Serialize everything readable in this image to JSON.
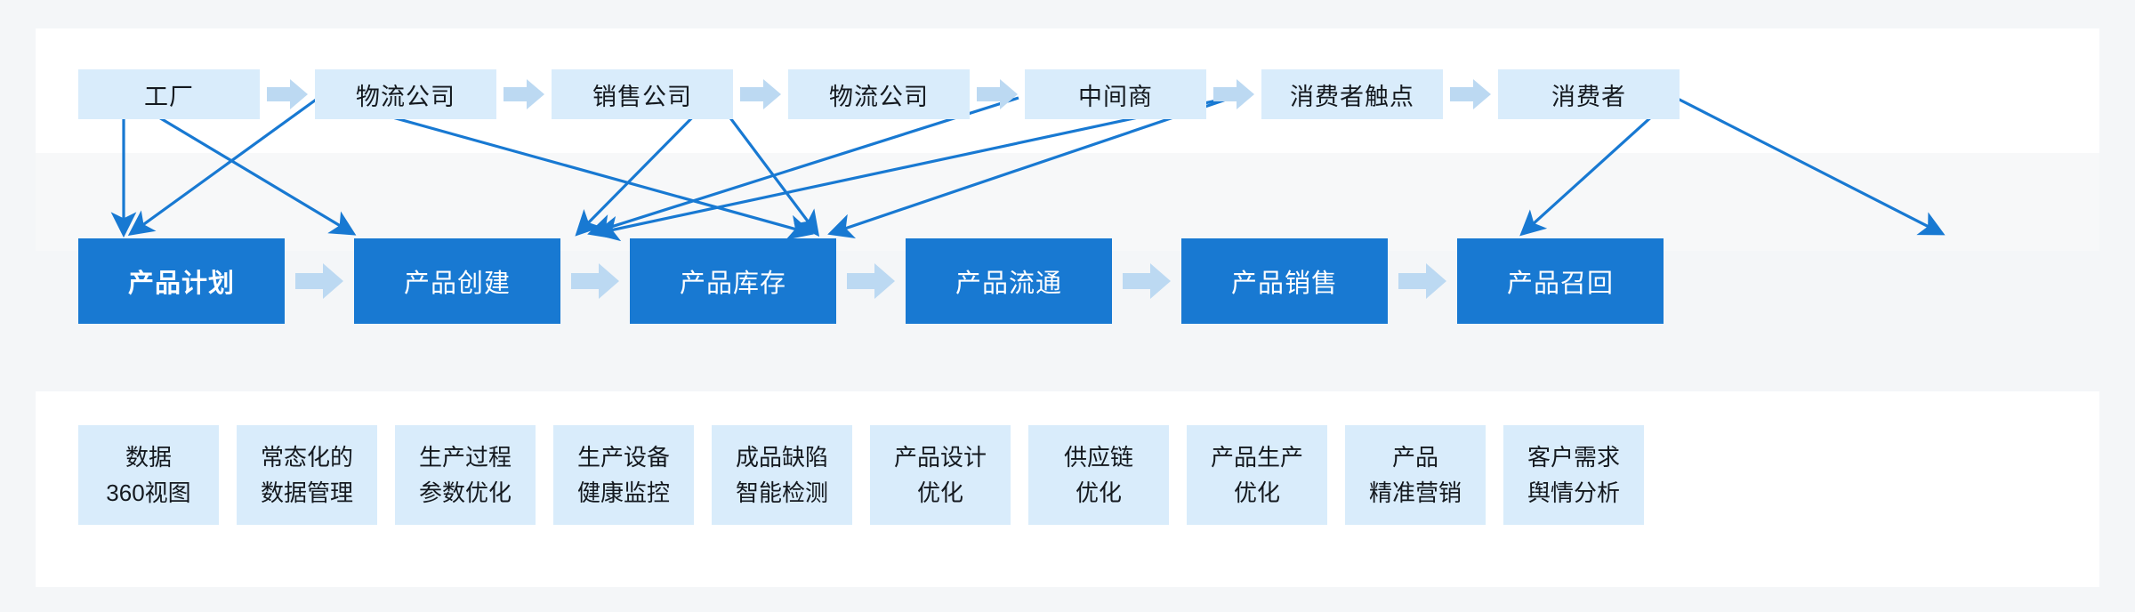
{
  "colors": {
    "page_background": "#f4f6f8",
    "band_background": "#ffffff",
    "band_mid_background": "#f7f8f9",
    "light_box": "#d9ecfb",
    "dark_box": "#1879d2",
    "chevron": "#bcd9f2",
    "connector_line": "#1879d2",
    "light_text": "#14191f",
    "dark_box_text": "#ffffff"
  },
  "supply_chain": {
    "row_name": "supply-chain-actors",
    "nodes": [
      {
        "label": "工厂"
      },
      {
        "label": "物流公司"
      },
      {
        "label": "销售公司"
      },
      {
        "label": "物流公司"
      },
      {
        "label": "中间商"
      },
      {
        "label": "消费者触点"
      },
      {
        "label": "消费者"
      }
    ],
    "separator_icon": "arrow-right-icon"
  },
  "lifecycle": {
    "row_name": "product-lifecycle-stages",
    "current_index": 0,
    "nodes": [
      {
        "label": "产品计划",
        "current": true
      },
      {
        "label": "产品创建",
        "current": false
      },
      {
        "label": "产品库存",
        "current": false
      },
      {
        "label": "产品流通",
        "current": false
      },
      {
        "label": "产品销售",
        "current": false
      },
      {
        "label": "产品召回",
        "current": false
      }
    ],
    "separator_icon": "arrow-right-icon"
  },
  "capabilities": {
    "row_name": "capability-cards",
    "cards": [
      {
        "line1": "数据",
        "line2": "360视图"
      },
      {
        "line1": "常态化的",
        "line2": "数据管理"
      },
      {
        "line1": "生产过程",
        "line2": "参数优化"
      },
      {
        "line1": "生产设备",
        "line2": "健康监控"
      },
      {
        "line1": "成品缺陷",
        "line2": "智能检测"
      },
      {
        "line1": "产品设计",
        "line2": "优化"
      },
      {
        "line1": "供应链",
        "line2": "优化"
      },
      {
        "line1": "产品生产",
        "line2": "优化"
      },
      {
        "line1": "产品",
        "line2": "精准营销"
      },
      {
        "line1": "客户需求",
        "line2": "舆情分析"
      }
    ]
  },
  "connectors": {
    "name": "actor-to-stage-links",
    "edges": [
      {
        "from": "工厂",
        "to": "产品计划"
      },
      {
        "from": "工厂",
        "to": "产品创建"
      },
      {
        "from": "物流公司",
        "to": "产品计划"
      },
      {
        "from": "物流公司",
        "to": "产品流通"
      },
      {
        "from": "销售公司",
        "to": "产品库存"
      },
      {
        "from": "销售公司",
        "to": "产品流通"
      },
      {
        "from": "物流公司",
        "to": "产品库存"
      },
      {
        "from": "中间商",
        "to": "产品库存"
      },
      {
        "from": "中间商",
        "to": "产品流通"
      },
      {
        "from": "消费者触点",
        "to": "产品销售"
      },
      {
        "from": "消费者触点",
        "to": "产品召回"
      }
    ]
  }
}
